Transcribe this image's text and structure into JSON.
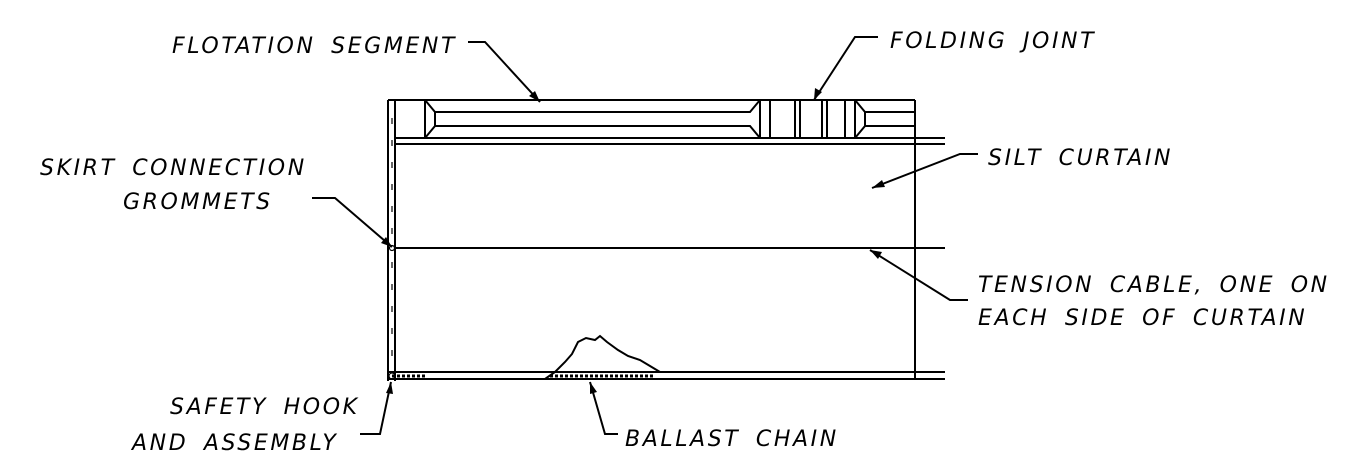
{
  "labels": {
    "flotation_segment": "FLOTATION SEGMENT",
    "folding_joint": "FOLDING JOINT",
    "skirt_connection_line1": "SKIRT CONNECTION",
    "skirt_connection_line2": "GROMMETS",
    "silt_curtain": "SILT CURTAIN",
    "tension_cable_line1": "TENSION CABLE, ONE ON",
    "tension_cable_line2": "EACH SIDE OF CURTAIN",
    "safety_hook_line1": "SAFETY HOOK",
    "safety_hook_line2": "AND ASSEMBLY",
    "ballast_chain": "BALLAST CHAIN"
  },
  "colors": {
    "ink": "#000000",
    "background": "#ffffff"
  }
}
